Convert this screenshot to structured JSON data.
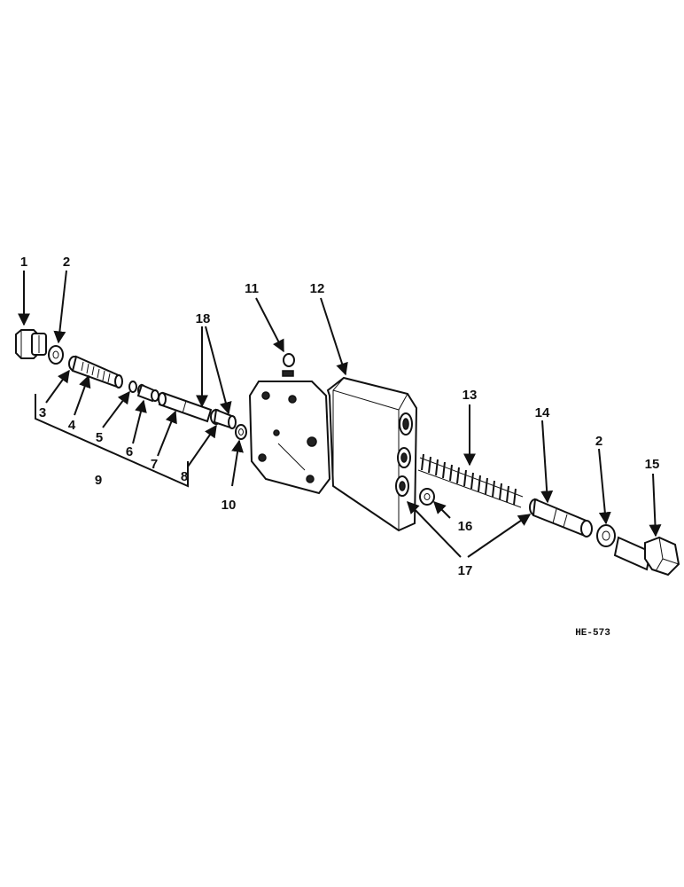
{
  "figure_code": "HE-573",
  "labels": {
    "p1": "1",
    "p2a": "2",
    "p3": "3",
    "p4": "4",
    "p5": "5",
    "p6": "6",
    "p7": "7",
    "p8": "8",
    "p9": "9",
    "p10": "10",
    "p11": "11",
    "p12": "12",
    "p13": "13",
    "p14": "14",
    "p2b": "2",
    "p15": "15",
    "p16": "16",
    "p17": "17",
    "p18": "18"
  }
}
